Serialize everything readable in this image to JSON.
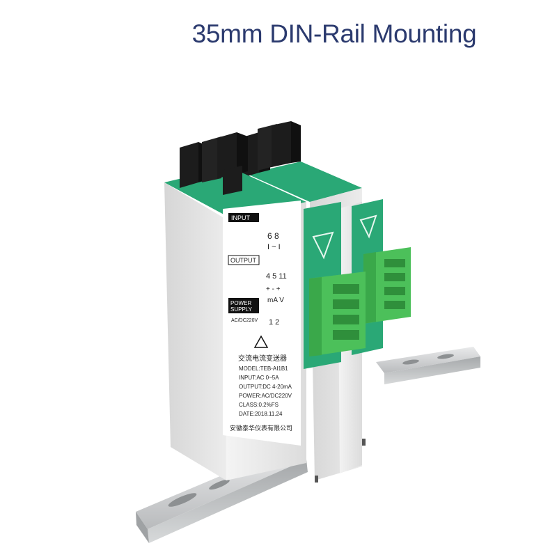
{
  "title": "35mm DIN-Rail Mounting",
  "label": {
    "input_heading": "INPUT",
    "input_terminals": "6  8",
    "input_symbol": "I ~ I",
    "output_heading": "OUTPUT",
    "output_terminals": "4 5 11",
    "output_signs": "+  -  +",
    "output_units": "mA  V",
    "power_heading_1": "POWER",
    "power_heading_2": "SUPPLY",
    "power_spec": "AC/DC220V",
    "power_terminals": "1  2",
    "product_name": "交流电流变送器",
    "model": "MODEL:TEB-AI1B1",
    "input_spec": "INPUT:AC 0~5A",
    "output_spec": "OUTPUT:DC 4-20mA",
    "power_line": "POWER:AC/DC220V",
    "class": "CLASS:0.2%FS",
    "date": "DATE:2018.11.24",
    "manufacturer": "安徽泰华仪表有限公司"
  },
  "colors": {
    "title": "#2b3a6e",
    "housing": "#e6e6e6",
    "green_accent": "#2aa876",
    "connector_green": "#4cc05a",
    "terminal_black": "#1c1c1c",
    "rail_silver": "#c8cacb"
  },
  "icons": [
    "warning-triangle-icon",
    "front-arrow-triangle-icon"
  ]
}
